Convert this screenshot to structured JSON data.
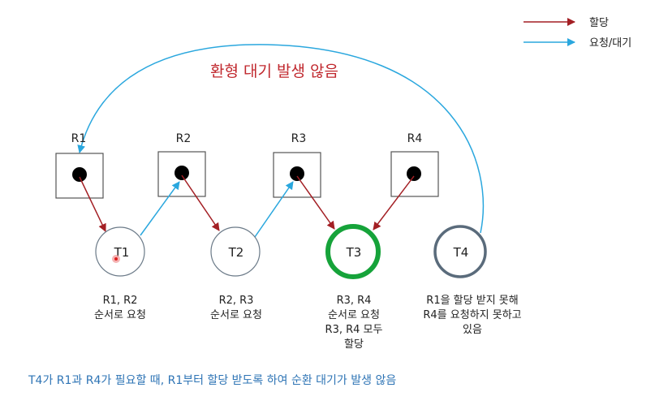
{
  "title": "환형 대기 발생 않음",
  "legend": {
    "alloc_label": "할당",
    "request_label": "요청/대기",
    "alloc_color": "#a31f24",
    "request_color": "#2aa7de"
  },
  "resources": [
    {
      "id": "R1",
      "label": "R1"
    },
    {
      "id": "R2",
      "label": "R2"
    },
    {
      "id": "R3",
      "label": "R3"
    },
    {
      "id": "R4",
      "label": "R4"
    }
  ],
  "threads": [
    {
      "id": "T1",
      "label": "T1",
      "desc": [
        "R1, R2",
        "순서로 요청"
      ]
    },
    {
      "id": "T2",
      "label": "T2",
      "desc": [
        "R2, R3",
        "순서로 요청"
      ]
    },
    {
      "id": "T3",
      "label": "T3",
      "desc": [
        "R3, R4",
        "순서로 요청",
        "R3, R4 모두",
        "할당"
      ]
    },
    {
      "id": "T4",
      "label": "T4",
      "desc": [
        "R1을 할당 받지 못해",
        "R4를 요청하지 못하고",
        "있음"
      ]
    }
  ],
  "colors": {
    "title": "#c0272d",
    "footer": "#2e74b5",
    "t3_ring": "#16a33a",
    "t4_ring": "#5a6b7b"
  },
  "footer": "T4가 R1과 R4가 필요할 때, R1부터 할당 받도록 하여 순환 대기가 발생 않음"
}
